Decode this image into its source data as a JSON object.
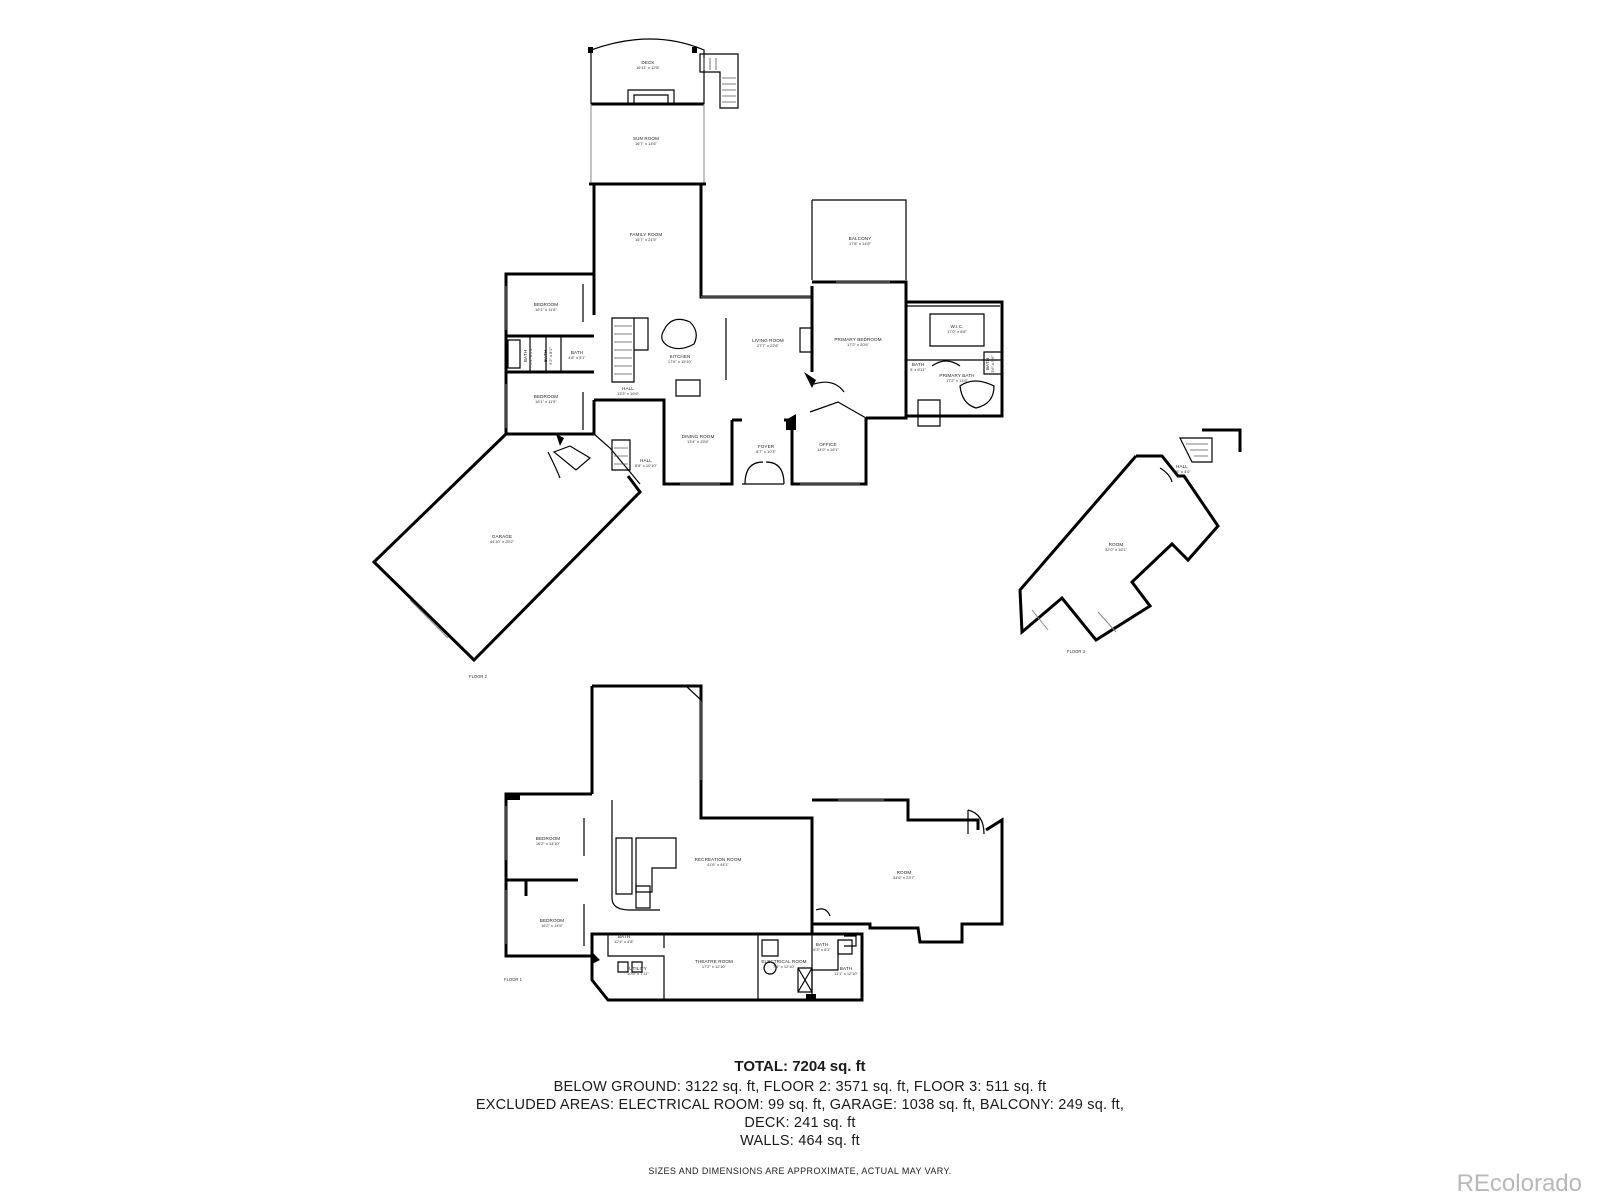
{
  "rooms": {
    "deck": {
      "name": "DECK",
      "dim": "16'11\" x 12'8\""
    },
    "sun_room": {
      "name": "SUN ROOM",
      "dim": "16'7\" x 14'6\""
    },
    "family_room": {
      "name": "FAMILY ROOM",
      "dim": "16'7\" x 21'5\""
    },
    "balcony": {
      "name": "BALCONY",
      "dim": "17'8\" x 14'8\""
    },
    "bedroom_a": {
      "name": "BEDROOM",
      "dim": "16'1\" x 11'8\""
    },
    "bath_a": {
      "name": "BATH",
      "dim": "5'2\" x 5'1\""
    },
    "bath_b": {
      "name": "BATH",
      "dim": "5'2\" x 8'1\""
    },
    "bath_c": {
      "name": "BATH",
      "dim": "4'8\" x 5'1\""
    },
    "kitchen": {
      "name": "KITCHEN",
      "dim": "17'6\" x 15'10\""
    },
    "living_room": {
      "name": "LIVING ROOM",
      "dim": "27'7\" x 22'6\""
    },
    "primary_bedroom": {
      "name": "PRIMARY BEDROOM",
      "dim": "17'2\" x 20'6\""
    },
    "wic": {
      "name": "W.I.C.",
      "dim": "17'0\" x 8'8\""
    },
    "bath_d": {
      "name": "BATH",
      "dim": "5' x 6'11\""
    },
    "bath_e": {
      "name": "BATH",
      "dim": "3'6\" x 5'6\""
    },
    "primary_bath": {
      "name": "PRIMARY BATH",
      "dim": "17'2\" x 14'6\""
    },
    "hall_a": {
      "name": "HALL",
      "dim": "13'3\" x 16'6\""
    },
    "bedroom_b": {
      "name": "BEDROOM",
      "dim": "16'1\" x 11'5\""
    },
    "dining_room": {
      "name": "DINING ROOM",
      "dim": "13'4\" x 15'6\""
    },
    "foyer": {
      "name": "FOYER",
      "dim": "8'7\" x 10'3\""
    },
    "office": {
      "name": "OFFICE",
      "dim": "14'0\" x 16'1\""
    },
    "hall_b": {
      "name": "HALL",
      "dim": "8'8\" x 10'10\""
    },
    "garage": {
      "name": "GARAGE",
      "dim": "44'10\" x 25'2\""
    },
    "hall_c": {
      "name": "HALL",
      "dim": "3'8\" x 4'0\""
    },
    "room_f3": {
      "name": "ROOM",
      "dim": "32'0\" x 16'1\""
    },
    "bedroom_c": {
      "name": "BEDROOM",
      "dim": "16'2\" x 14'10\""
    },
    "recreation_room": {
      "name": "RECREATION ROOM",
      "dim": "41'6\" x 44'1\""
    },
    "room_f1": {
      "name": "ROOM",
      "dim": "34'6\" x 23'7\""
    },
    "bedroom_d": {
      "name": "BEDROOM",
      "dim": "16'2\" x 14'5\""
    },
    "bath_f": {
      "name": "BATH",
      "dim": "12'4\" x 4'8\""
    },
    "utility": {
      "name": "UTILITY",
      "dim": "10'5\" x 7'11\""
    },
    "theatre_room": {
      "name": "THEATRE ROOM",
      "dim": "17'2\" x 12'10\""
    },
    "electrical_room": {
      "name": "ELECTRICAL ROOM",
      "dim": "7'8\" x 12'10\""
    },
    "bath_g": {
      "name": "BATH",
      "dim": "6'3\" x 6'1\""
    },
    "bath_h": {
      "name": "BATH",
      "dim": "11'1\" x 12'10\""
    }
  },
  "floor_labels": {
    "floor2": "FLOOR 2",
    "floor3": "FLOOR 3",
    "floor1": "FLOOR 1"
  },
  "summary": {
    "total": "TOTAL: 7204 sq. ft",
    "line1": "BELOW GROUND: 3122 sq. ft, FLOOR 2: 3571 sq. ft, FLOOR 3: 511 sq. ft",
    "line2": "EXCLUDED AREAS: ELECTRICAL ROOM: 99 sq. ft, GARAGE: 1038 sq. ft, BALCONY: 249 sq. ft,",
    "line3": "DECK: 241 sq. ft",
    "line4": "WALLS: 464 sq. ft",
    "disclaimer": "SIZES AND DIMENSIONS ARE APPROXIMATE, ACTUAL MAY VARY."
  },
  "brand": "REcolorado"
}
